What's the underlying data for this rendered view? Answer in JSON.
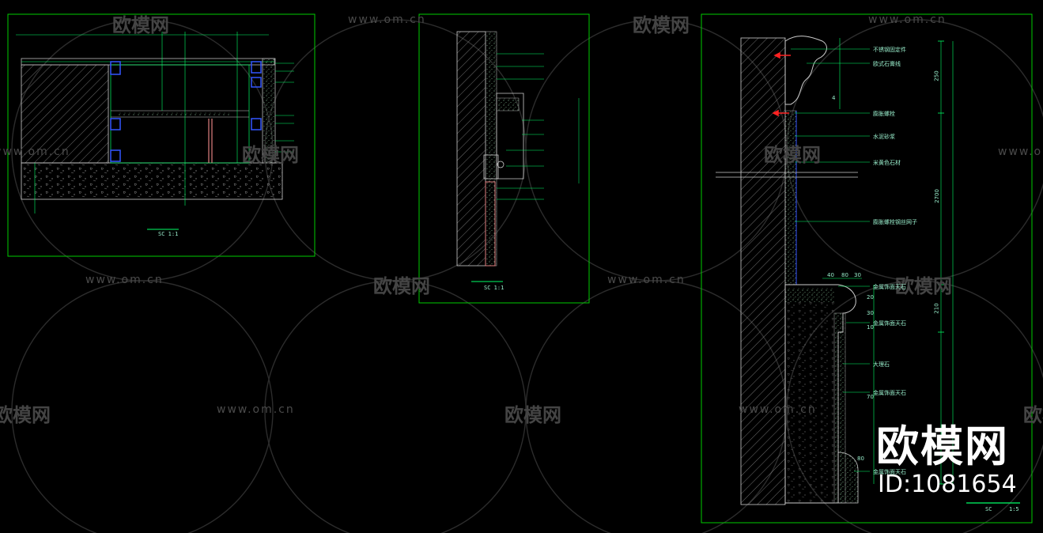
{
  "watermarks": {
    "url": "www.om.cn",
    "brand_cn": "欧模网"
  },
  "brand": {
    "name": "欧模网",
    "id_label": "ID:1081654"
  },
  "drawings": {
    "left": {
      "scale": "SC 1:1"
    },
    "middle": {
      "scale": "SC 1:1"
    },
    "right": {
      "scale_left": "SC",
      "scale_right": "1:5",
      "callouts": [
        "不锈钢固定件",
        "欧式石膏线",
        "膨胀螺栓",
        "水泥砂浆",
        "米黄色石材",
        "膨胀螺栓钢丝网子",
        "金属饰面天石",
        "金属饰面天石",
        "大理石",
        "金属饰面天石",
        "金属饰面天石"
      ],
      "dimensions": [
        "250",
        "2700",
        "4",
        "40",
        "80",
        "30",
        "20",
        "210",
        "30",
        "80",
        "10",
        "70"
      ]
    }
  },
  "colors": {
    "frame": "#00cc00",
    "line": "#00ff66",
    "hatch": "#b0b0b0",
    "blue": "#3355ff",
    "red": "#ff2222",
    "text_green": "#99eecc"
  }
}
